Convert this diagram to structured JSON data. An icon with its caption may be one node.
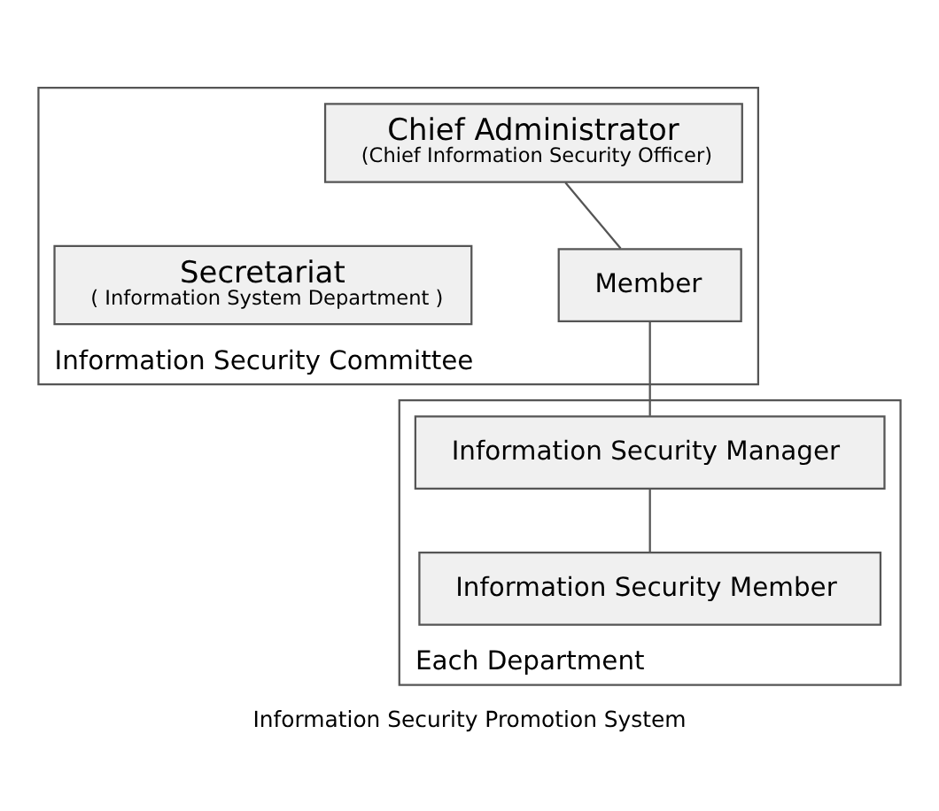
{
  "diagram": {
    "caption": "Information Security Promotion System",
    "nodes": [
      {
        "text": [
          "Information Security Committee"
        ]
      },
      {
        "text": [
          "Chief Administrator",
          "(Chief Information Security Officer)"
        ],
        "in": 0
      },
      {
        "text": [
          "Secretariat",
          "( Information System Department )"
        ],
        "in": 0
      },
      {
        "text": [
          "Member"
        ],
        "in": 0
      },
      {
        "text": [
          "Each Department"
        ]
      },
      {
        "text": [
          "Information Security Manager"
        ],
        "in": 4
      },
      {
        "text": [
          "Information Security Member"
        ],
        "in": 4
      }
    ],
    "edges": [
      {
        "from": 1,
        "to": 3,
        "arrow": "none"
      },
      {
        "from": 3,
        "to": 5,
        "arrow": "none"
      },
      {
        "from": 5,
        "to": 6,
        "arrow": "none"
      }
    ]
  }
}
